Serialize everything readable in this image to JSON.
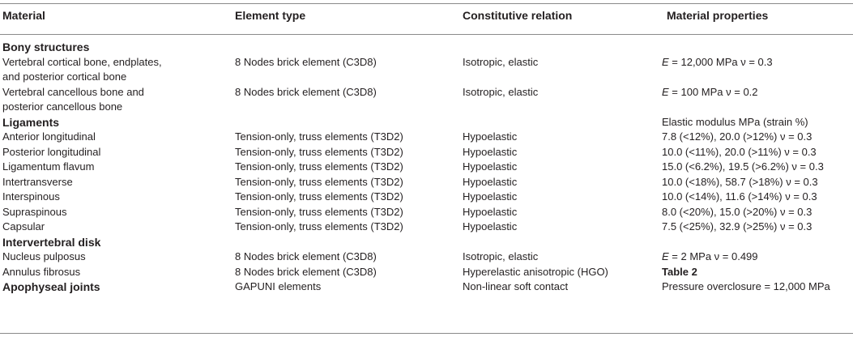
{
  "headers": {
    "material": "Material",
    "element_type": "Element type",
    "constitutive": "Constitutive relation",
    "properties": "Material properties"
  },
  "rows": [
    {
      "kind": "section",
      "material": "Bony structures",
      "element": "",
      "relation": "",
      "props": ""
    },
    {
      "kind": "tall",
      "material_1": "Vertebral cortical bone, endplates,",
      "material_2": "and posterior cortical bone",
      "element": "8 Nodes brick element (C3D8)",
      "relation": "Isotropic, elastic",
      "props_e": "E",
      "props": " = 12,000 MPa ν = 0.3"
    },
    {
      "kind": "tall",
      "material_1": "Vertebral cancellous bone and",
      "material_2": "posterior cancellous bone",
      "element": "8 Nodes brick element (C3D8)",
      "relation": "Isotropic, elastic",
      "props_e": "E",
      "props": " = 100 MPa ν = 0.2"
    },
    {
      "kind": "section",
      "material": "Ligaments",
      "element": "",
      "relation": "",
      "props": "Elastic modulus MPa (strain %)"
    },
    {
      "kind": "normal",
      "material": "Anterior longitudinal",
      "element": "Tension-only, truss elements (T3D2)",
      "relation": "Hypoelastic",
      "props": "7.8 (<12%), 20.0 (>12%) ν = 0.3"
    },
    {
      "kind": "normal",
      "material": "Posterior longitudinal",
      "element": "Tension-only, truss elements (T3D2)",
      "relation": "Hypoelastic",
      "props": "10.0 (<11%), 20.0 (>11%) ν = 0.3"
    },
    {
      "kind": "normal",
      "material": "Ligamentum flavum",
      "element": "Tension-only, truss elements (T3D2)",
      "relation": "Hypoelastic",
      "props": "15.0 (<6.2%), 19.5 (>6.2%) ν = 0.3"
    },
    {
      "kind": "normal",
      "material": "Intertransverse",
      "element": "Tension-only, truss elements (T3D2)",
      "relation": "Hypoelastic",
      "props": "10.0 (<18%), 58.7 (>18%) ν = 0.3"
    },
    {
      "kind": "normal",
      "material": "Interspinous",
      "element": "Tension-only, truss elements (T3D2)",
      "relation": "Hypoelastic",
      "props": "10.0 (<14%), 11.6 (>14%) ν = 0.3"
    },
    {
      "kind": "normal",
      "material": "Supraspinous",
      "element": "Tension-only, truss elements (T3D2)",
      "relation": "Hypoelastic",
      "props": "8.0 (<20%), 15.0 (>20%) ν = 0.3"
    },
    {
      "kind": "normal",
      "material": "Capsular",
      "element": "Tension-only, truss elements (T3D2)",
      "relation": "Hypoelastic",
      "props": "7.5 (<25%), 32.9 (>25%) ν = 0.3"
    },
    {
      "kind": "section",
      "material": "Intervertebral disk",
      "element": "",
      "relation": "",
      "props": ""
    },
    {
      "kind": "normal",
      "material": "Nucleus pulposus",
      "element": "8 Nodes brick element (C3D8)",
      "relation": "Isotropic, elastic",
      "props_e": "E",
      "props": " = 2 MPa ν = 0.499"
    },
    {
      "kind": "normal",
      "material": "Annulus fibrosus",
      "element": "8 Nodes brick element (C3D8)",
      "relation": "Hyperelastic anisotropic (HGO)",
      "props": "Table 2",
      "props_bold": true
    },
    {
      "kind": "section",
      "material": "Apophyseal joints",
      "element": "GAPUNI elements",
      "relation": "Non-linear soft contact",
      "props": "Pressure overclosure = 12,000 MPa"
    }
  ],
  "colors": {
    "text": "#231f20",
    "rule": "#8a8a8a",
    "background": "#ffffff"
  }
}
